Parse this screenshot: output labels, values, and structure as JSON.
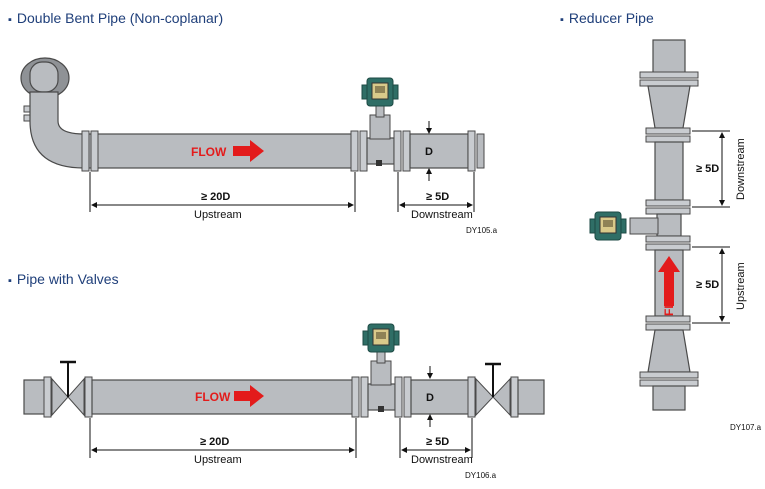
{
  "sections": {
    "double_bent": {
      "bullet": "▪",
      "title": "Double Bent Pipe (Non-coplanar)",
      "flow_label": "FLOW",
      "diameter_label": "D",
      "upstream_dim": "≥ 20D",
      "upstream_label": "Upstream",
      "downstream_dim": "≥ 5D",
      "downstream_label": "Downstream",
      "figure_code": "DY105.a"
    },
    "valves": {
      "bullet": "▪",
      "title": "Pipe with Valves",
      "flow_label": "FLOW",
      "diameter_label": "D",
      "upstream_dim": "≥ 20D",
      "upstream_label": "Upstream",
      "downstream_dim": "≥ 5D",
      "downstream_label": "Downstream",
      "figure_code": "DY106.a"
    },
    "reducer": {
      "bullet": "▪",
      "title": "Reducer Pipe",
      "flow_label": "FLOW",
      "downstream_dim": "≥ 5D",
      "downstream_label": "Downstream",
      "upstream_dim": "≥ 5D",
      "upstream_label": "Upstream",
      "figure_code": "DY107.a"
    }
  },
  "colors": {
    "pipe": "#b9bcc0",
    "pipe_stroke": "#4a4a4a",
    "flow_arrow": "#e31b1b",
    "heading": "#1f3f7a",
    "transmitter": "#2f6e66"
  },
  "icons": [
    "flowmeter-transmitter-icon",
    "gate-valve-icon",
    "flow-arrow-icon"
  ]
}
